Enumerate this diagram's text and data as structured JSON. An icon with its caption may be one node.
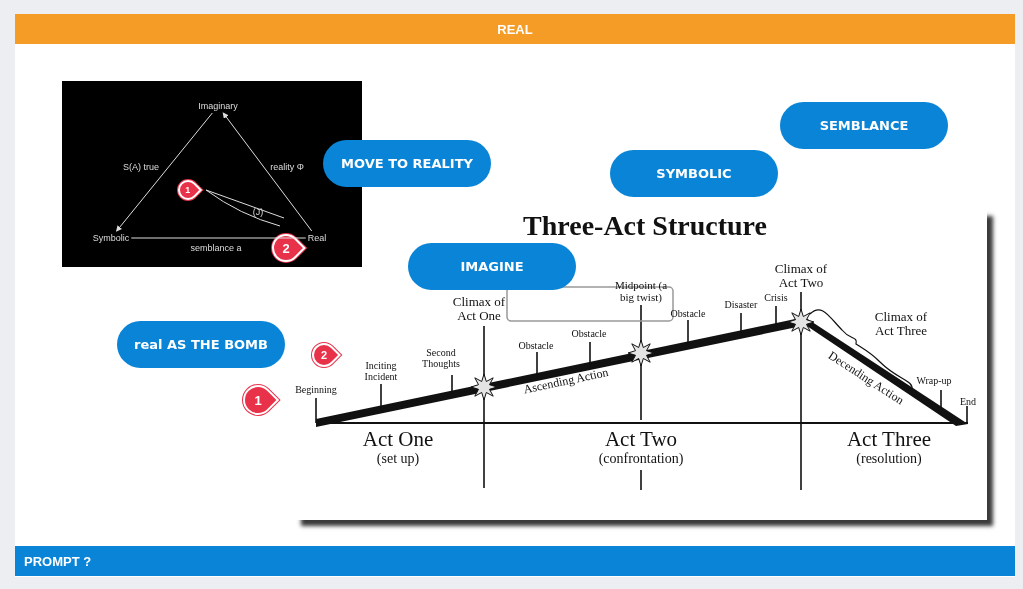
{
  "diagram": {
    "nodes": [
      {
        "text": [
          "REAL"
        ]
      },
      {
        "text": [
          "Imaginary"
        ]
      },
      {
        "text": [
          "Symbolic"
        ]
      },
      {
        "text": [
          "Real"
        ]
      },
      {
        "text": [
          "MOVE TO REALITY"
        ]
      },
      {
        "text": [
          "SEMBLANCE"
        ]
      },
      {
        "text": [
          "SYMBOLIC"
        ]
      },
      {
        "text": [
          "IMAGINE"
        ]
      },
      {
        "text": [
          "real AS THE BOMB"
        ]
      },
      {
        "text": [
          "PROMPT ?"
        ]
      }
    ],
    "edges": [
      {
        "from": 3,
        "to": 1,
        "arrow": "to"
      },
      {
        "from": 1,
        "to": 2,
        "arrow": "to"
      },
      {
        "from": 2,
        "to": 3,
        "arrow": "none"
      }
    ],
    "labels": [
      "S(A) true",
      "reality Φ",
      "1",
      "(J)",
      "2",
      "semblance a",
      "Three-Act Structure",
      "Climax of Act Two",
      "Midpoint (a big twist)",
      "Climax of Act One",
      "Crisis",
      "Disaster",
      "Obstacle",
      "Climax of Act Three",
      "Obstacle",
      "Obstacle",
      "Second Thoughts",
      "Inciting Incident",
      "2",
      "Ascending Action",
      "Decending Action",
      "Wrap-up",
      "Beginning",
      "1",
      "End",
      "Act One",
      "(set up)",
      "Act Two",
      "(confrontation)",
      "Act Three",
      "(resolution)"
    ]
  }
}
